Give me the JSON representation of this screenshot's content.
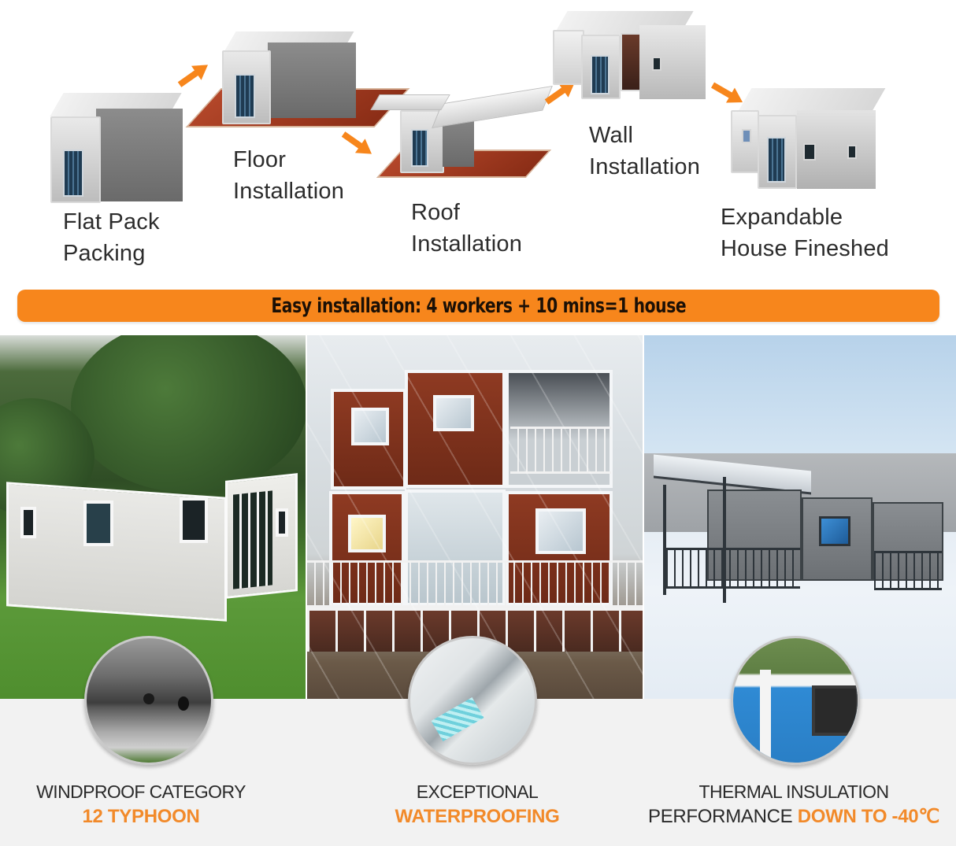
{
  "process": {
    "steps": [
      {
        "line1": "Flat Pack",
        "line2": "Packing"
      },
      {
        "line1": "Floor",
        "line2": "Installation"
      },
      {
        "line1": "Roof",
        "line2": "Installation"
      },
      {
        "line1": "Wall",
        "line2": "Installation"
      },
      {
        "line1": "Expandable",
        "line2": "House Fineshed"
      }
    ],
    "arrow_color": "#f7861c"
  },
  "banner": {
    "text": "Easy installation: 4 workers + 10 mins=1 house",
    "color": "#f7861c"
  },
  "photos": [
    {
      "subject": "white expandable container house on grass lawn"
    },
    {
      "subject": "two-storey red-brown container house in rain"
    },
    {
      "subject": "grey expandable house with porch in snow"
    }
  ],
  "features": [
    {
      "line1": "WINDPROOF CATEGORY",
      "line2": "12 TYPHOON",
      "detail": "corner-joint-closeup"
    },
    {
      "line1": "EXCEPTIONAL",
      "line2": "WATERPROOFING",
      "detail": "gutter-closeup"
    },
    {
      "line1": "THERMAL INSULATION",
      "line2_prefix": "PERFORMANCE ",
      "line2": "DOWN TO -40℃",
      "detail": "insulation-panel-closeup"
    }
  ],
  "colors": {
    "accent": "#f28a2a",
    "text": "#2a2a2a",
    "feature_bg": "#f2f2f2"
  }
}
